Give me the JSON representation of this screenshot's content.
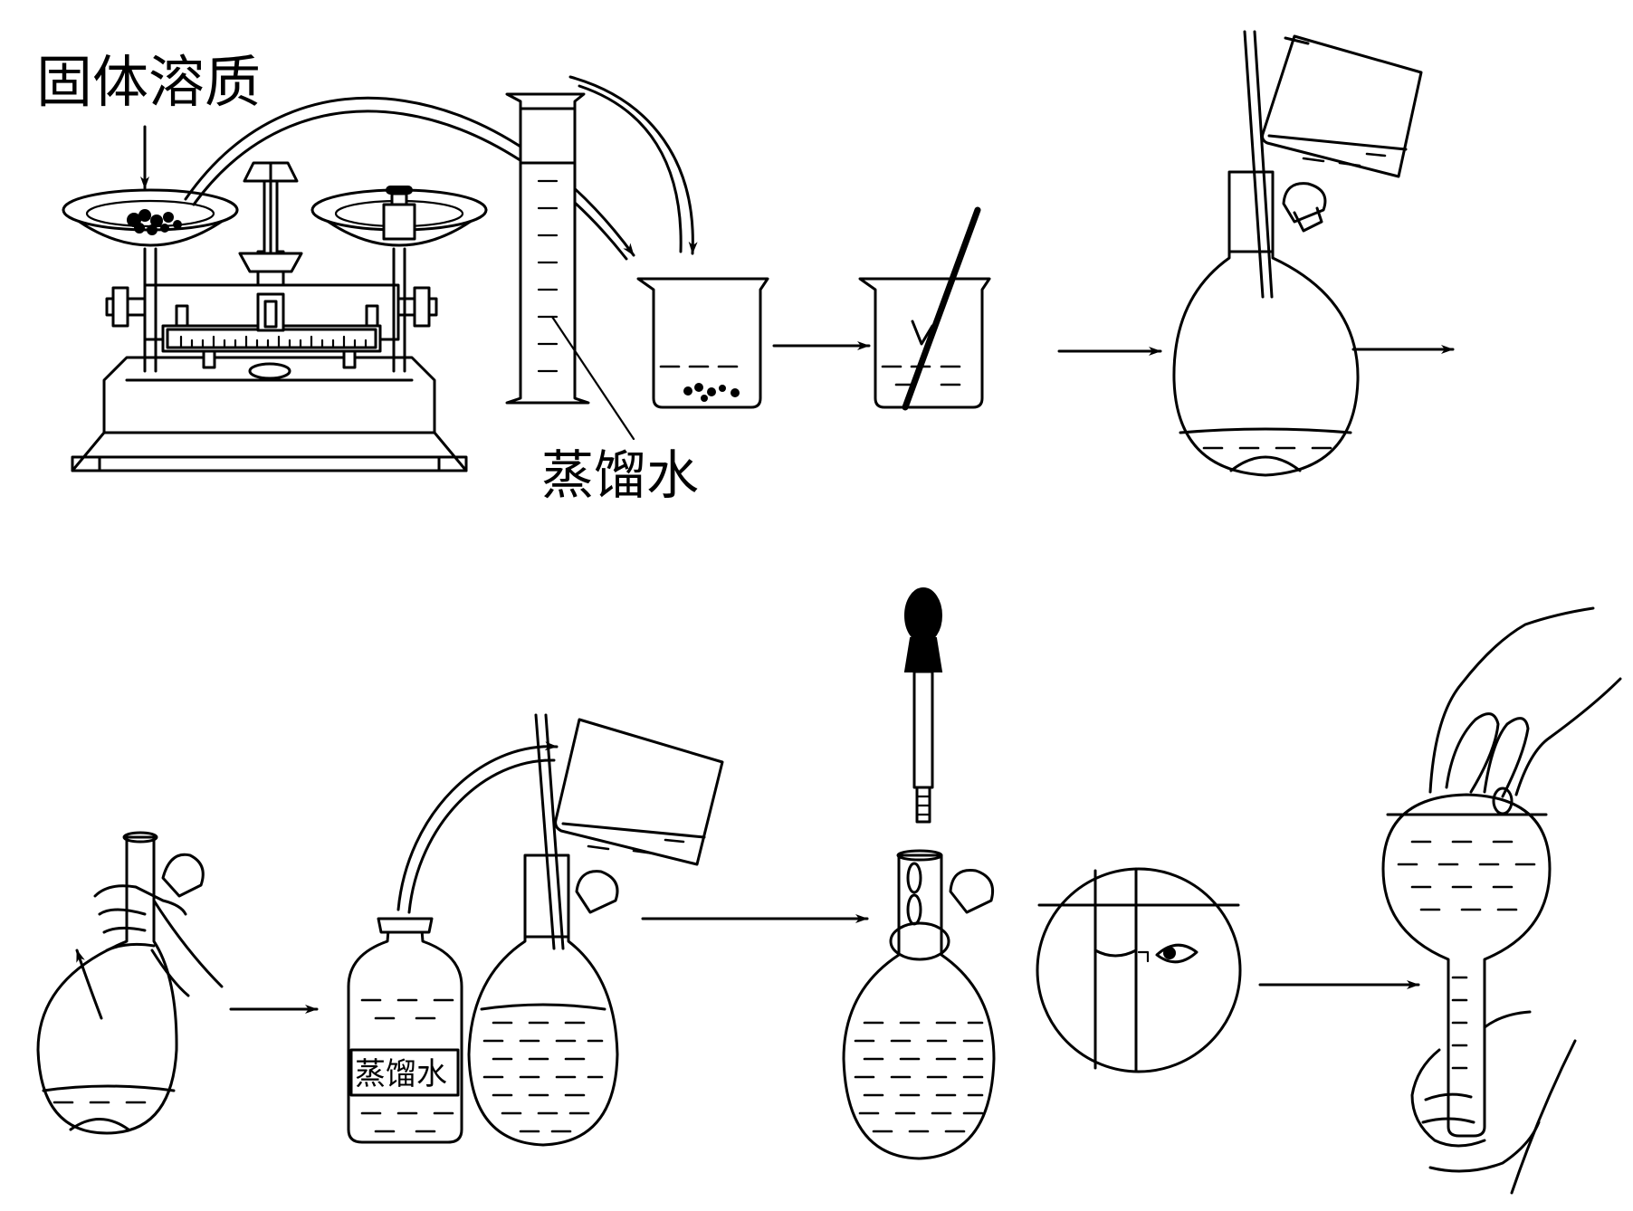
{
  "labels": {
    "solid_solute": "固体溶质",
    "distilled_water": "蒸馏水",
    "bottle_label": "蒸馏水"
  },
  "colors": {
    "line": "#000000",
    "background": "#ffffff"
  }
}
